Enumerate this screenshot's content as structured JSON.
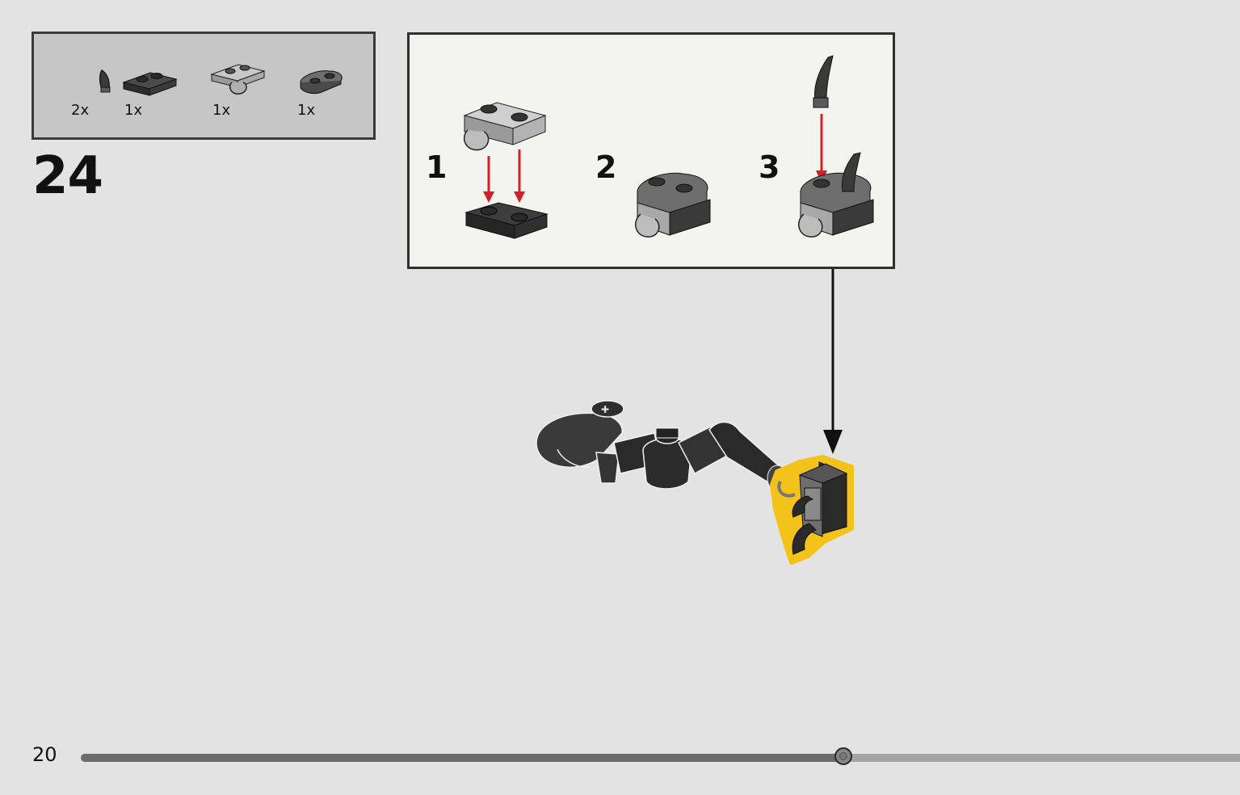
{
  "parts_list": {
    "items": [
      {
        "qty": "2x",
        "icon": "horn-piece-icon"
      },
      {
        "qty": "1x",
        "icon": "plate-1x2-icon"
      },
      {
        "qty": "1x",
        "icon": "clip-plate-icon"
      },
      {
        "qty": "1x",
        "icon": "rounded-plate-icon"
      }
    ]
  },
  "step": {
    "number": "24"
  },
  "sub_steps": [
    {
      "label": "1"
    },
    {
      "label": "2"
    },
    {
      "label": "3"
    }
  ],
  "page": {
    "number": "20"
  },
  "progress": {
    "fraction": 0.658
  },
  "colors": {
    "background": "#e3e3e3",
    "arrow_red": "#d4202a",
    "highlight_yellow": "#f3c21b",
    "brick_dark": "#3a3a3a",
    "brick_mid": "#707070",
    "brick_light": "#b8b8b8"
  }
}
